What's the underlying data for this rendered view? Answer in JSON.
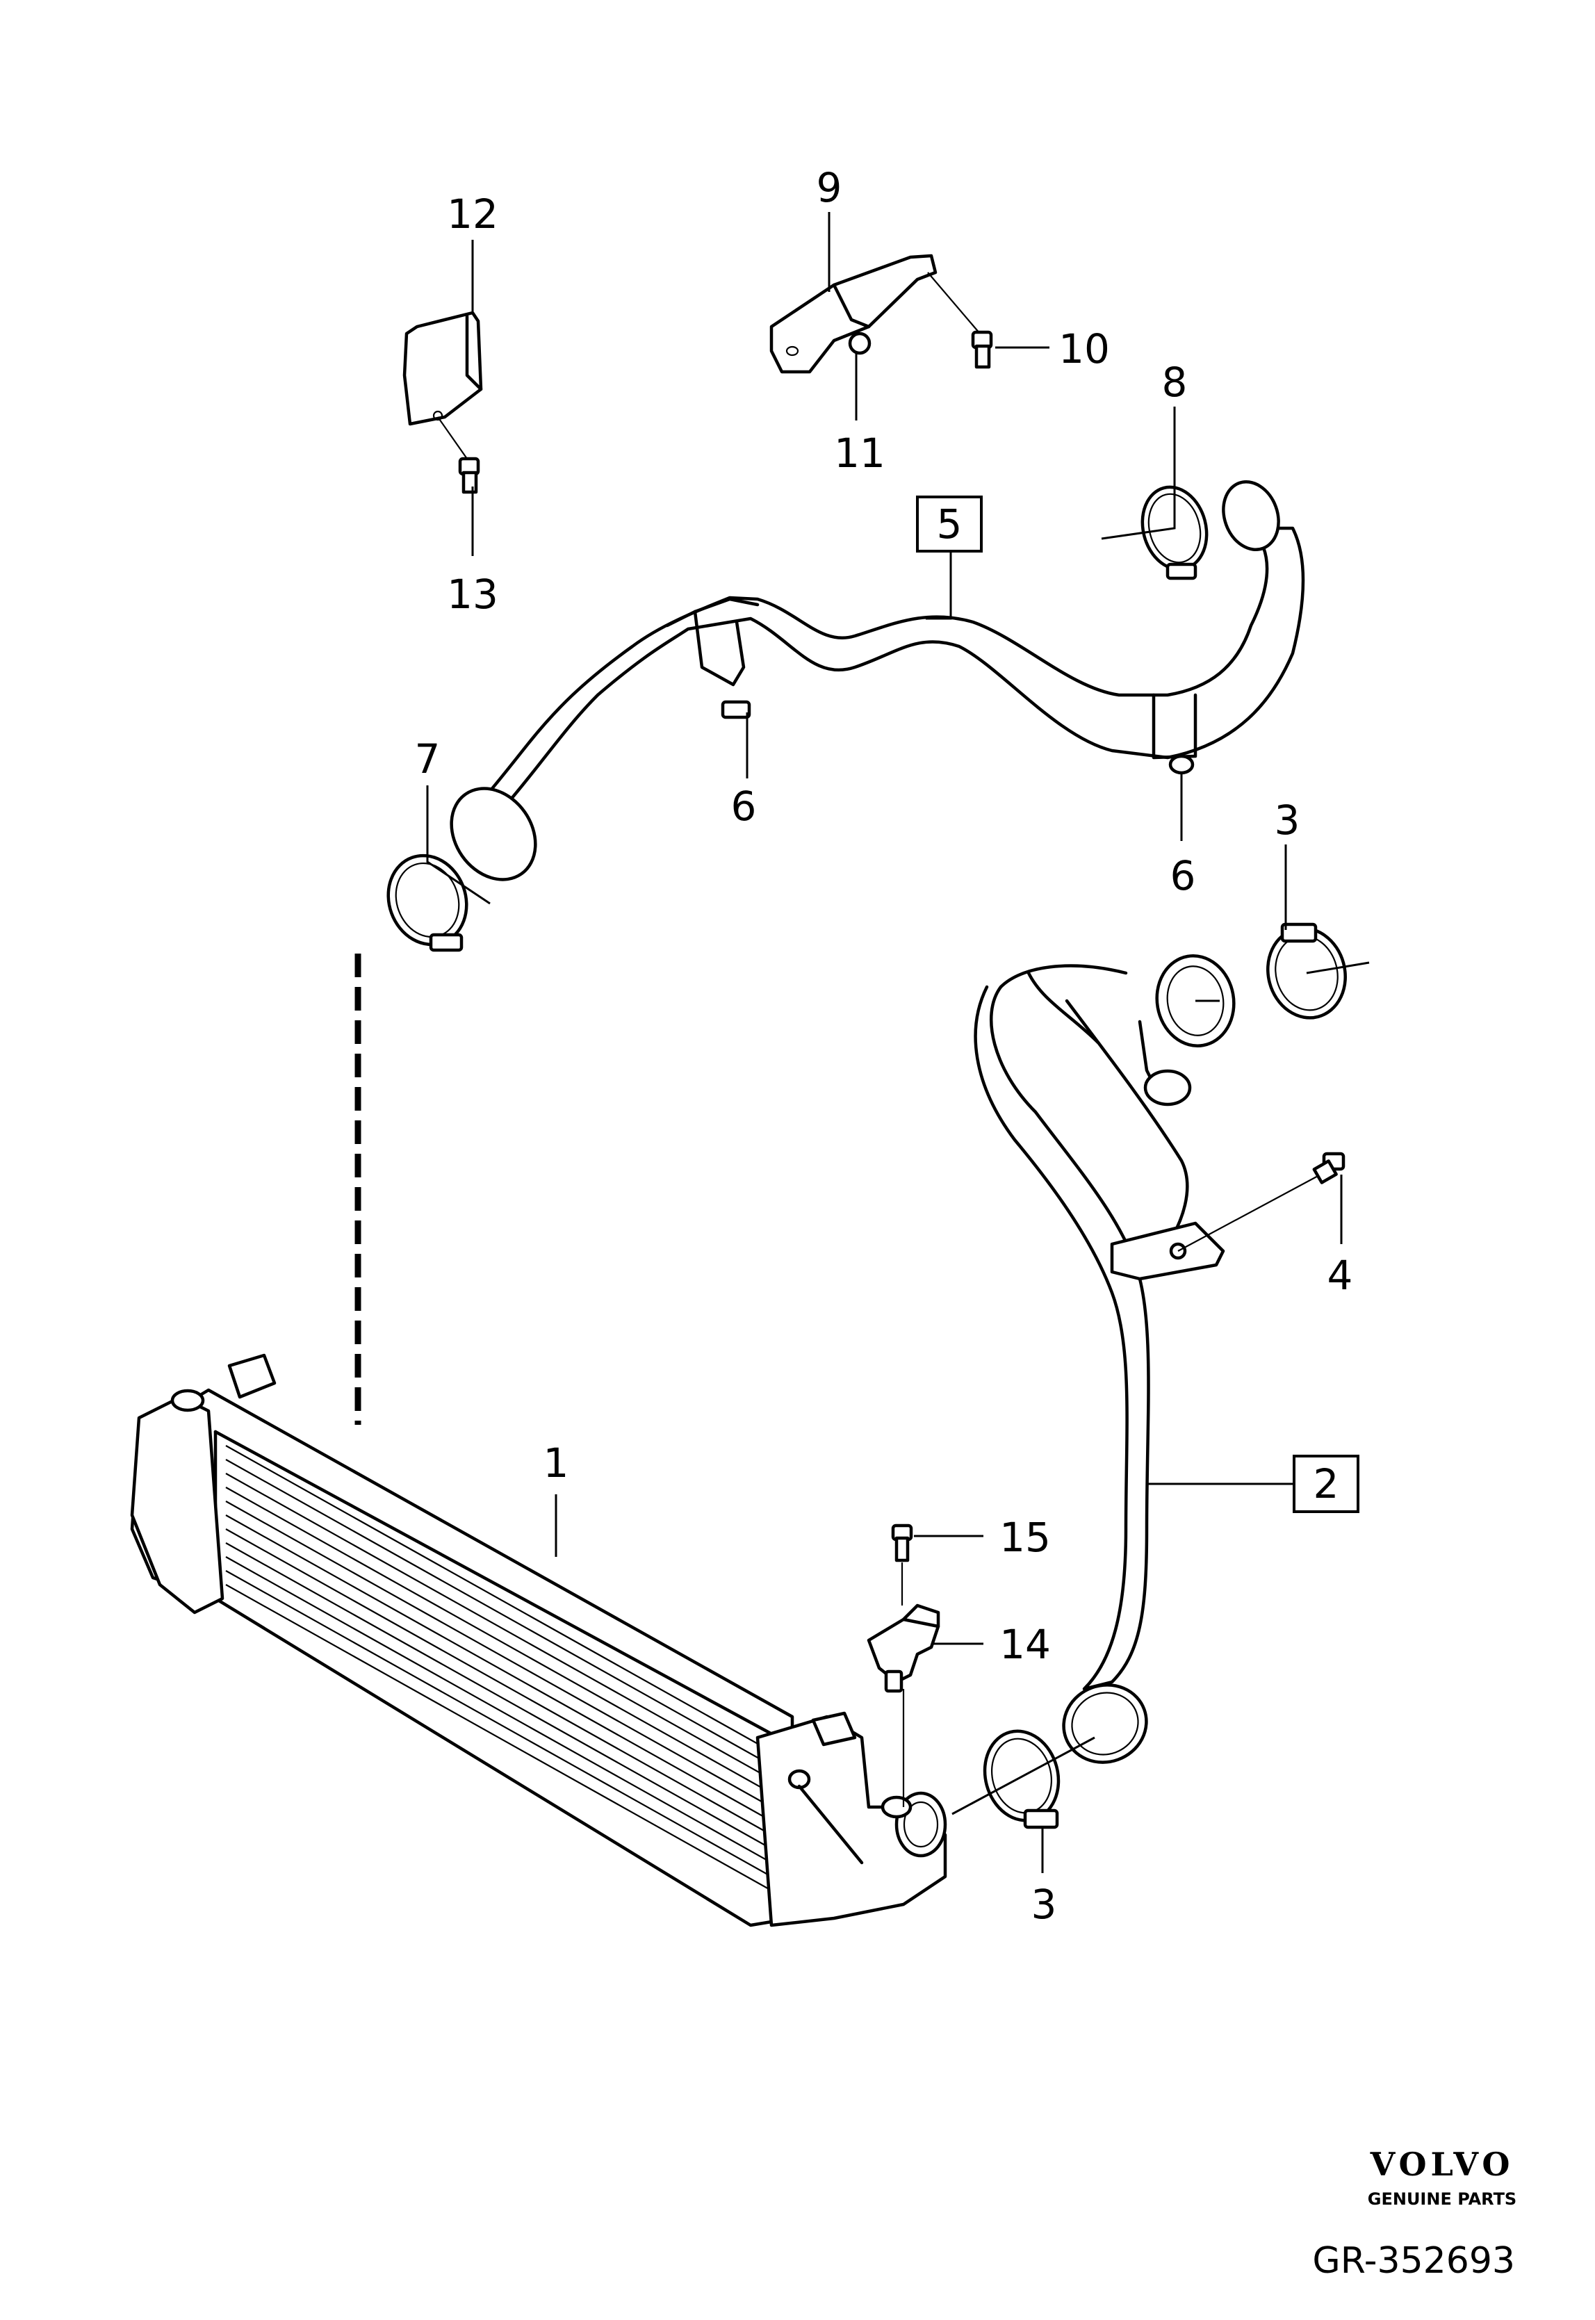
{
  "callouts": {
    "c1": "1",
    "c2": "2",
    "c3a": "3",
    "c3b": "3",
    "c4": "4",
    "c5": "5",
    "c6a": "6",
    "c6b": "6",
    "c7": "7",
    "c8": "8",
    "c9": "9",
    "c10": "10",
    "c11": "11",
    "c12": "12",
    "c13": "13",
    "c14": "14",
    "c15": "15"
  },
  "brand": {
    "name": "VOLVO",
    "tagline": "GENUINE PARTS"
  },
  "diagram_ref": "GR-352693"
}
